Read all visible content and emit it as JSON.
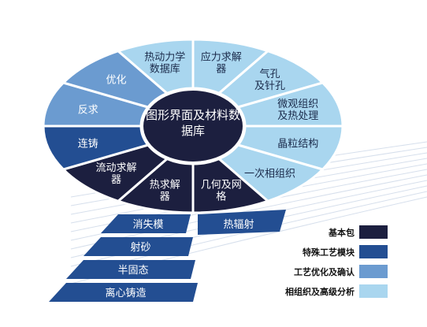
{
  "center": {
    "lines": [
      "图形界面及材料数",
      "据库"
    ]
  },
  "colors": {
    "core": "#1c1f3f",
    "special": "#234e92",
    "optimize": "#6b9bd0",
    "advanced": "#a9d6ef",
    "gap": "#ffffff"
  },
  "ring": [
    {
      "id": "heat-solver",
      "lines": [
        "热求解",
        "器"
      ],
      "category": "core"
    },
    {
      "id": "flow-solver",
      "lines": [
        "流动求解",
        "器"
      ],
      "category": "core"
    },
    {
      "id": "continuous-casting",
      "lines": [
        "连铸"
      ],
      "category": "special"
    },
    {
      "id": "inverse",
      "lines": [
        "反求"
      ],
      "category": "optimize"
    },
    {
      "id": "optimization",
      "lines": [
        "优化"
      ],
      "category": "optimize"
    },
    {
      "id": "thermo-database",
      "lines": [
        "热动力学",
        "数据库"
      ],
      "category": "advanced"
    },
    {
      "id": "stress-solver",
      "lines": [
        "应力求解",
        "器"
      ],
      "category": "advanced"
    },
    {
      "id": "porosity",
      "lines": [
        "气孔",
        "及针孔"
      ],
      "category": "advanced"
    },
    {
      "id": "microstructure",
      "lines": [
        "微观组织",
        "及热处理"
      ],
      "category": "advanced"
    },
    {
      "id": "grain-structure",
      "lines": [
        "晶粒结构"
      ],
      "category": "advanced"
    },
    {
      "id": "eutectic",
      "lines": [
        "一次相组织"
      ],
      "category": "advanced"
    },
    {
      "id": "geometry-grid",
      "lines": [
        "几何及网",
        "格"
      ],
      "category": "core"
    }
  ],
  "bands": [
    {
      "id": "lost-foam",
      "label": "消失模"
    },
    {
      "id": "sand-shooting",
      "label": "射砂"
    },
    {
      "id": "semi-solid",
      "label": "半固态"
    },
    {
      "id": "centrifugal",
      "label": "离心铸造"
    }
  ],
  "radiation": {
    "label": "热辐射"
  },
  "legend": [
    {
      "label": "基本包",
      "category": "core"
    },
    {
      "label": "特殊工艺模块",
      "category": "special"
    },
    {
      "label": "工艺优化及确认",
      "category": "optimize"
    },
    {
      "label": "相组织及高级分析",
      "category": "advanced"
    }
  ]
}
